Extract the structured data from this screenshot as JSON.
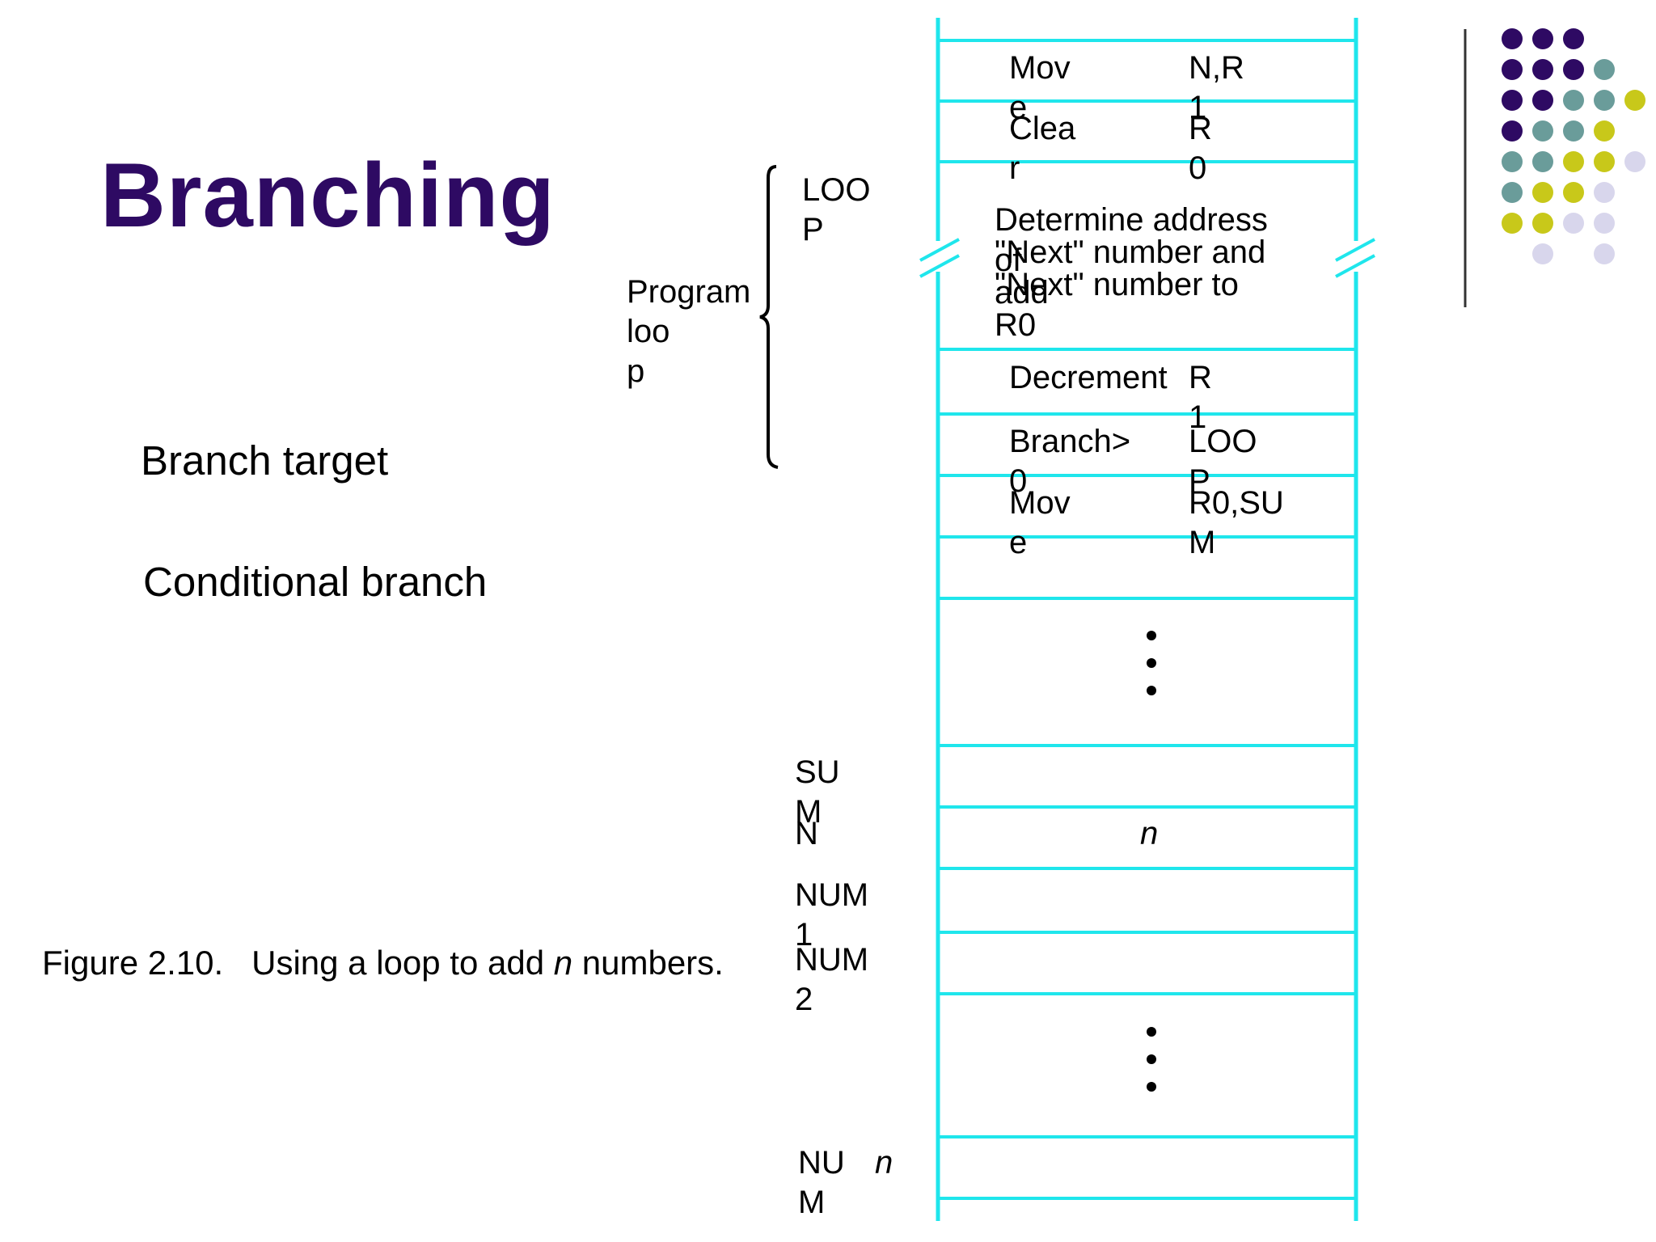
{
  "title": "Branching",
  "labels": {
    "branch_target": "Branch target",
    "conditional_branch": "Conditional branch",
    "program_loop": "Program\n loo\n p",
    "caption_pre": "Figure 2.10.   Using a loop to add ",
    "caption_n": "n",
    "caption_post": " numbers."
  },
  "program": {
    "loop_label": "LOO\nP",
    "rows": [
      {
        "op": "Mov\ne",
        "operand": "N,R\n1"
      },
      {
        "op": "Clea\nr",
        "operand": "R\n0"
      },
      {
        "op": "Decrement",
        "operand": "R\n1"
      },
      {
        "op": "Branch>\n0",
        "operand": "LOO\nP"
      },
      {
        "op": "Mov\ne",
        "operand": "R0,SU\nM"
      }
    ],
    "block": {
      "line1": "Determine address",
      "line2": "of",
      "line3": "\"Next\" number and",
      "line4": "add",
      "line5": "\"Next\" number to",
      "line6": "R0"
    }
  },
  "memory": {
    "sum_label": "SU\nM",
    "n_label": "N",
    "n_value": "n",
    "num1_label": "NUM\n1",
    "num2_label": "NUM\n2",
    "numn_label": "NU\nM",
    "numn_suffix": "n"
  },
  "colors": {
    "title": "#2e0a63",
    "cell_border": "#1fe6ec",
    "dot_purple": "#2e0a63",
    "dot_teal": "#6a9c9a",
    "dot_yellow": "#c8c81a",
    "dot_lavender": "#d8d6ec"
  }
}
